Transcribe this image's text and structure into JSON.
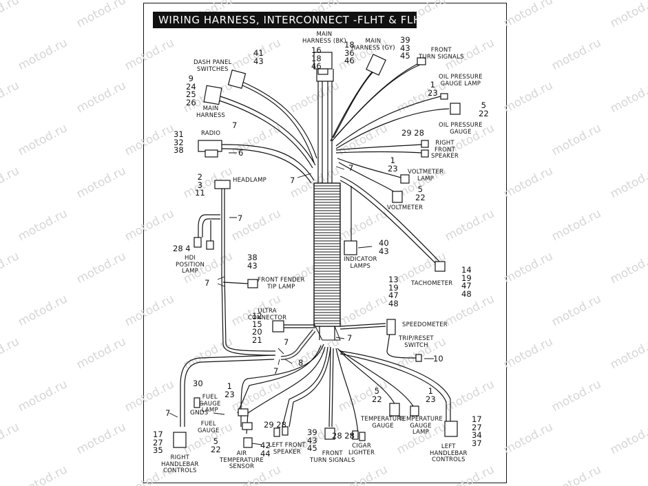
{
  "title": "WIRING HARNESS, INTERCONNECT -FLHT & FLHX",
  "watermark_text": "motod.ru",
  "components": [
    {
      "id": "main-harness-bk",
      "label": "MAIN\nHARNESS (BK)",
      "refs": "16\n18\n46"
    },
    {
      "id": "main-harness-gy",
      "label": "MAIN\nHARNESS (GY)",
      "refs": "18\n36\n46"
    },
    {
      "id": "front-turn-signals-top",
      "label": "FRONT\nTURN SIGNALS",
      "refs": "39\n43\n45"
    },
    {
      "id": "dash-panel-switches",
      "label": "DASH PANEL\nSWITCHES",
      "refs": "41\n43"
    },
    {
      "id": "main-harness-left",
      "label": "MAIN\nHARNESS",
      "refs": "9\n24\n25\n26"
    },
    {
      "id": "oil-pressure-gauge-lamp",
      "label": "OIL PRESSURE\nGAUGE LAMP",
      "refs": "1\n23"
    },
    {
      "id": "oil-pressure-gauge",
      "label": "OIL PRESSURE\nGAUGE",
      "refs": "5\n22"
    },
    {
      "id": "radio",
      "label": "RADIO",
      "refs": "31\n32\n38"
    },
    {
      "id": "right-front-speaker",
      "label": "RIGHT\nFRONT\nSPEAKER",
      "refs": "29 28"
    },
    {
      "id": "voltmeter-lamp",
      "label": "VOLTMETER\nLAMP",
      "refs": "1\n23"
    },
    {
      "id": "voltmeter",
      "label": "VOLTMETER",
      "refs": "5\n22"
    },
    {
      "id": "headlamp",
      "label": "HEADLAMP",
      "refs": "2\n3\n11"
    },
    {
      "id": "hdi-position-lamp",
      "label": "HDI\nPOSITION\nLAMP",
      "refs": "28 4"
    },
    {
      "id": "indicator-lamps",
      "label": "INDICATOR\nLAMPS",
      "refs": "40\n43"
    },
    {
      "id": "tachometer",
      "label": "TACHOMETER",
      "refs": "14\n19\n47\n48"
    },
    {
      "id": "front-fender-tip-lamp",
      "label": "FRONT FENDER\nTIP LAMP",
      "refs": "38\n43"
    },
    {
      "id": "ultra-connector",
      "label": "ULTRA\nCONNECTOR",
      "refs": "12\n15\n20\n21"
    },
    {
      "id": "speedometer",
      "label": "SPEEDOMETER",
      "refs": "13\n19\n47\n48"
    },
    {
      "id": "trip-reset-switch",
      "label": "TRIP/RESET\nSWITCH",
      "refs": "10"
    },
    {
      "id": "fuel-gauge-lamp",
      "label": "FUEL\nGAUGE\nLAMP",
      "refs": "1\n23"
    },
    {
      "id": "fuel-gauge",
      "label": "FUEL\nGAUGE",
      "refs": "5\n22"
    },
    {
      "id": "air-temperature-sensor",
      "label": "AIR\nTEMPERATURE\nSENSOR",
      "refs": "42\n44"
    },
    {
      "id": "left-front-speaker",
      "label": "LEFT FRONT\nSPEAKER",
      "refs": "29 28"
    },
    {
      "id": "front-turn-signals-bottom",
      "label": "FRONT\nTURN SIGNALS",
      "refs": "39\n43\n45"
    },
    {
      "id": "cigar-lighter",
      "label": "CIGAR\nLIGHTER",
      "refs": "28 28"
    },
    {
      "id": "temperature-gauge",
      "label": "TEMPERATURE\nGAUGE",
      "refs": "5\n22"
    },
    {
      "id": "temperature-gauge-lamp",
      "label": "TEMPERATURE\nGAUGE\nLAMP",
      "refs": "1\n23"
    },
    {
      "id": "left-handlebar-controls",
      "label": "LEFT\nHANDLEBAR\nCONTROLS",
      "refs": "17\n27\n34\n37"
    },
    {
      "id": "right-handlebar-controls",
      "label": "RIGHT\nHANDLEBAR\nCONTROLS",
      "refs": "17\n27\n35"
    }
  ],
  "misc_refs": {
    "ref7": "7",
    "ref6": "6",
    "ref8": "8",
    "ref30": "30",
    "gnd3": "GND3"
  }
}
